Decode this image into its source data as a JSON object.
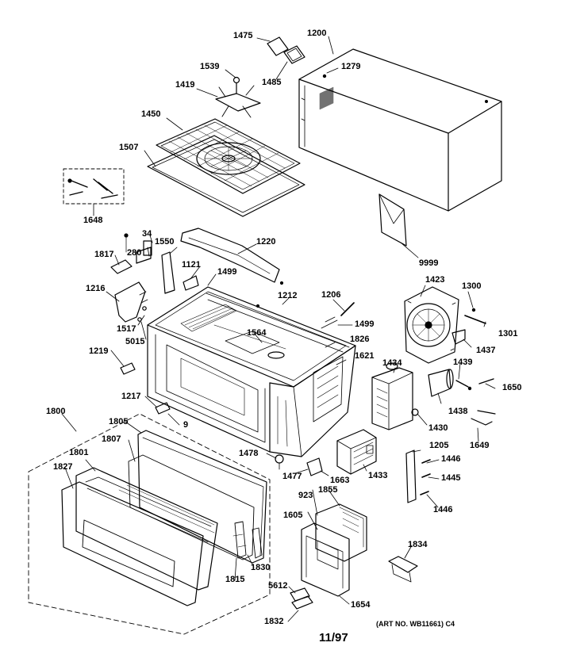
{
  "parts": [
    {
      "id": "p1475",
      "text": "1475"
    },
    {
      "id": "p1200",
      "text": "1200"
    },
    {
      "id": "p1539",
      "text": "1539"
    },
    {
      "id": "p1279",
      "text": "1279"
    },
    {
      "id": "p1485",
      "text": "1485"
    },
    {
      "id": "p1419",
      "text": "1419"
    },
    {
      "id": "p1450",
      "text": "1450"
    },
    {
      "id": "p1507",
      "text": "1507"
    },
    {
      "id": "p1648",
      "text": "1648"
    },
    {
      "id": "p34",
      "text": "34"
    },
    {
      "id": "p1550",
      "text": "1550"
    },
    {
      "id": "p1220",
      "text": "1220"
    },
    {
      "id": "p1817",
      "text": "1817"
    },
    {
      "id": "p280",
      "text": "280"
    },
    {
      "id": "p1121",
      "text": "1121"
    },
    {
      "id": "p9999",
      "text": "9999"
    },
    {
      "id": "p1499a",
      "text": "1499"
    },
    {
      "id": "p1423",
      "text": "1423"
    },
    {
      "id": "p1216",
      "text": "1216"
    },
    {
      "id": "p1300",
      "text": "1300"
    },
    {
      "id": "p1212",
      "text": "1212"
    },
    {
      "id": "p1206",
      "text": "1206"
    },
    {
      "id": "p1499b",
      "text": "1499"
    },
    {
      "id": "p1301",
      "text": "1301"
    },
    {
      "id": "p1517",
      "text": "1517"
    },
    {
      "id": "p1564",
      "text": "1564"
    },
    {
      "id": "p5015",
      "text": "5015"
    },
    {
      "id": "p1826",
      "text": "1826"
    },
    {
      "id": "p1437",
      "text": "1437"
    },
    {
      "id": "p1621",
      "text": "1621"
    },
    {
      "id": "p1219",
      "text": "1219"
    },
    {
      "id": "p1434",
      "text": "1434"
    },
    {
      "id": "p1439",
      "text": "1439"
    },
    {
      "id": "p1650",
      "text": "1650"
    },
    {
      "id": "p1217",
      "text": "1217"
    },
    {
      "id": "p1438",
      "text": "1438"
    },
    {
      "id": "p1800",
      "text": "1800"
    },
    {
      "id": "p9",
      "text": "9"
    },
    {
      "id": "p1430",
      "text": "1430"
    },
    {
      "id": "p1805",
      "text": "1805"
    },
    {
      "id": "p1807",
      "text": "1807"
    },
    {
      "id": "p1649",
      "text": "1649"
    },
    {
      "id": "p1205",
      "text": "1205"
    },
    {
      "id": "p1801",
      "text": "1801"
    },
    {
      "id": "p1478",
      "text": "1478"
    },
    {
      "id": "p1446a",
      "text": "1446"
    },
    {
      "id": "p1827",
      "text": "1827"
    },
    {
      "id": "p1477",
      "text": "1477"
    },
    {
      "id": "p1663",
      "text": "1663"
    },
    {
      "id": "p1433",
      "text": "1433"
    },
    {
      "id": "p1445",
      "text": "1445"
    },
    {
      "id": "p923",
      "text": "923"
    },
    {
      "id": "p1855",
      "text": "1855"
    },
    {
      "id": "p1446b",
      "text": "1446"
    },
    {
      "id": "p1605",
      "text": "1605"
    },
    {
      "id": "p1834",
      "text": "1834"
    },
    {
      "id": "p1830",
      "text": "1830"
    },
    {
      "id": "p1815",
      "text": "1815"
    },
    {
      "id": "p5612",
      "text": "5612"
    },
    {
      "id": "p1654",
      "text": "1654"
    },
    {
      "id": "p1832",
      "text": "1832"
    }
  ],
  "footer": {
    "page": "11/97",
    "art_no": "(ART NO. WB11661) C4"
  }
}
